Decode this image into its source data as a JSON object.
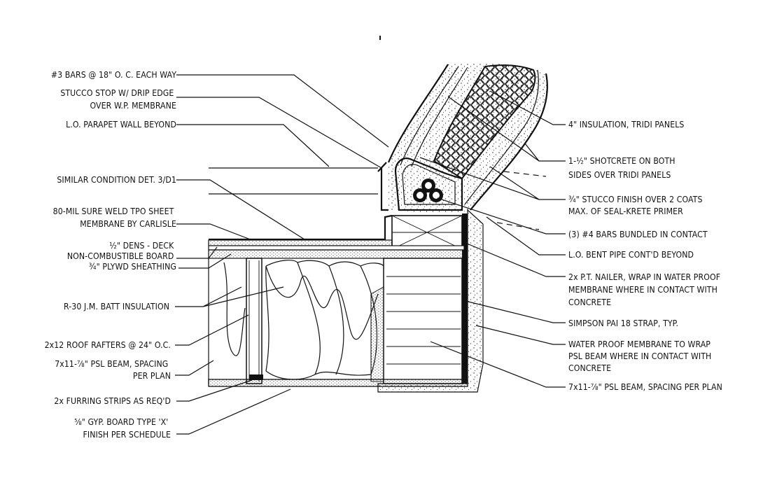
{
  "left_labels": [
    {
      "id": "bars",
      "lines": [
        "#3 BARS @ 18\" O. C. EACH WAY"
      ]
    },
    {
      "id": "stucco-stop",
      "lines": [
        "STUCCO STOP W/ DRIP EDGE",
        "OVER W.P. MEMBRANE"
      ]
    },
    {
      "id": "parapet",
      "lines": [
        "L.O. PARAPET WALL BEYOND"
      ]
    },
    {
      "id": "similar",
      "lines": [
        "SIMILAR CONDITION DET. 3/D1"
      ]
    },
    {
      "id": "tpo",
      "lines": [
        "80-MIL SURE WELD TPO SHEET",
        "MEMBRANE BY CARLISLE"
      ]
    },
    {
      "id": "dens",
      "lines": [
        "½\" DENS - DECK",
        "NON-COMBUSTIBLE BOARD",
        "¾\" PLYWD SHEATHING"
      ]
    },
    {
      "id": "batt",
      "lines": [
        "R-30 J.M. BATT INSULATION"
      ]
    },
    {
      "id": "rafters",
      "lines": [
        "2x12 ROOF RAFTERS @ 24\" O.C."
      ]
    },
    {
      "id": "psl-left",
      "lines": [
        "7x11-⅞\" PSL BEAM, SPACING",
        "PER PLAN"
      ]
    },
    {
      "id": "furring",
      "lines": [
        "2x FURRING STRIPS AS REQ'D"
      ]
    },
    {
      "id": "gyp",
      "lines": [
        "⅝\" GYP. BOARD TYPE 'X'",
        "FINISH PER SCHEDULE"
      ]
    }
  ],
  "right_labels": [
    {
      "id": "insulation",
      "lines": [
        "4\" INSULATION, TRIDI PANELS"
      ]
    },
    {
      "id": "shotcrete",
      "lines": [
        "1-½\" SHOTCRETE ON BOTH",
        "SIDES OVER TRIDI PANELS"
      ]
    },
    {
      "id": "stucco-finish",
      "lines": [
        "¾\" STUCCO FINISH OVER 2 COATS",
        "MAX. OF SEAL-KRETE PRIMER"
      ]
    },
    {
      "id": "bundled",
      "lines": [
        "(3) #4 BARS BUNDLED IN CONTACT"
      ]
    },
    {
      "id": "bent-pipe",
      "lines": [
        "L.O. BENT PIPE CONT'D BEYOND"
      ]
    },
    {
      "id": "nailer",
      "lines": [
        "2x P.T. NAILER, WRAP IN WATER PROOF",
        "MEMBRANE WHERE IN CONTACT WITH",
        "CONCRETE"
      ]
    },
    {
      "id": "strap",
      "lines": [
        "SIMPSON PAI 18 STRAP, TYP."
      ]
    },
    {
      "id": "wp-membrane",
      "lines": [
        "WATER PROOF MEMBRANE TO WRAP",
        "PSL BEAM WHERE IN CONTACT WITH",
        "CONCRETE"
      ]
    },
    {
      "id": "psl-right",
      "lines": [
        "7x11-⅞\" PSL BEAM, SPACING PER PLAN"
      ]
    }
  ]
}
